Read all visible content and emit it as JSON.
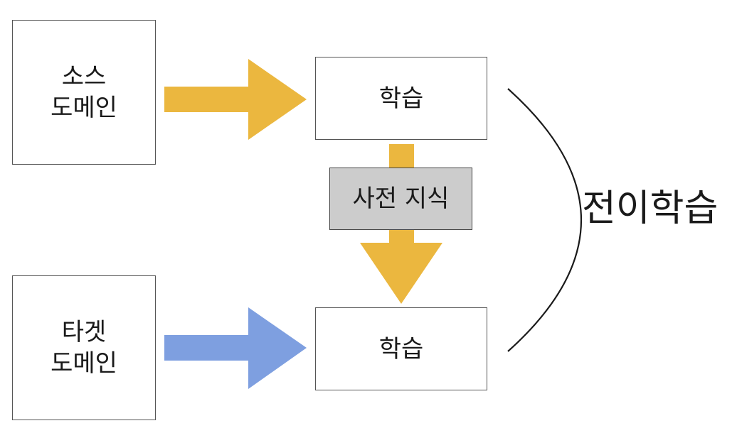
{
  "boxes": {
    "source_domain": {
      "line1": "소스",
      "line2": "도메인"
    },
    "target_domain": {
      "line1": "타겟",
      "line2": "도메인"
    },
    "learning_top": "학습",
    "learning_bottom": "학습",
    "prior_knowledge": "사전 지식"
  },
  "bracket_label": "전이학습",
  "colors": {
    "source_arrow": "#EBB73F",
    "target_arrow": "#7E9FE0",
    "knowledge_box": "#CCCCCC",
    "knowledge_arrow": "#EBB73F"
  },
  "icons": {
    "source_arrow": "right-arrow",
    "target_arrow": "right-arrow",
    "knowledge_arrow": "down-arrow",
    "bracket": "right-bracket-curve"
  }
}
